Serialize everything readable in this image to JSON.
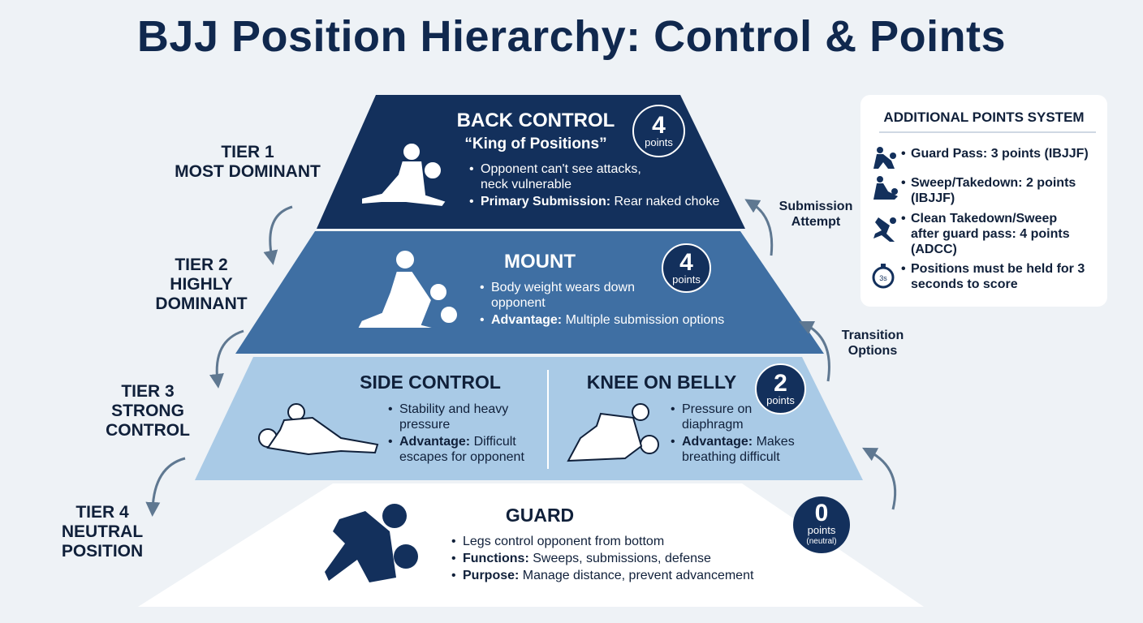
{
  "title": "BJJ Position Hierarchy: Control & Points",
  "colors": {
    "tier1": "#13305c",
    "tier2": "#3f6fa3",
    "tier3": "#a9cae6",
    "tier4": "#ffffff",
    "background": "#eef2f6",
    "arrow": "#5f7891"
  },
  "tiers": [
    {
      "label_line1": "TIER 1",
      "label_line2": "MOST DOMINANT"
    },
    {
      "label_line1": "TIER 2",
      "label_line2": "HIGHLY",
      "label_line3": "DOMINANT"
    },
    {
      "label_line1": "TIER 3",
      "label_line2": "STRONG",
      "label_line3": "CONTROL"
    },
    {
      "label_line1": "TIER 4",
      "label_line2": "NEUTRAL",
      "label_line3": "POSITION"
    }
  ],
  "positions": {
    "back": {
      "name": "BACK CONTROL",
      "subtitle": "“King of Positions”",
      "points": "4",
      "points_label": "points",
      "bullet1": "Opponent can't see attacks, neck vulnerable",
      "bullet2_key": "Primary Submission:",
      "bullet2_val": " Rear naked choke"
    },
    "mount": {
      "name": "MOUNT",
      "points": "4",
      "points_label": "points",
      "bullet1": "Body weight wears down opponent",
      "bullet2_key": "Advantage:",
      "bullet2_val": " Multiple submission options"
    },
    "side": {
      "name": "SIDE CONTROL",
      "bullet1": "Stability and heavy pressure",
      "bullet2_key": "Advantage:",
      "bullet2_val": " Difficult escapes for opponent"
    },
    "knee": {
      "name": "KNEE ON BELLY",
      "points": "2",
      "points_label": "points",
      "bullet1": "Pressure on diaphragm",
      "bullet2_key": "Advantage:",
      "bullet2_val": " Makes breathing difficult"
    },
    "guard": {
      "name": "GUARD",
      "points": "0",
      "points_label": "points",
      "points_note": "(neutral)",
      "bullet1": "Legs control opponent from bottom",
      "bullet2_key": "Functions:",
      "bullet2_val": " Sweeps, submissions, defense",
      "bullet3_key": "Purpose:",
      "bullet3_val": " Manage distance, prevent advancement"
    }
  },
  "side_notes": {
    "submission": "Submission Attempt",
    "transition": "Transition Options"
  },
  "panel": {
    "title": "ADDITIONAL POINTS SYSTEM",
    "items": [
      {
        "icon": "guard-pass-icon",
        "text": "Guard Pass: 3 points (IBJJF)"
      },
      {
        "icon": "sweep-icon",
        "text": "Sweep/Takedown: 2 points (IBJJF)"
      },
      {
        "icon": "takedown-icon",
        "text": "Clean Takedown/Sweep after guard pass: 4 points (ADCC)"
      },
      {
        "icon": "stopwatch-icon",
        "text": "Positions must be held for 3 seconds to score"
      }
    ]
  }
}
